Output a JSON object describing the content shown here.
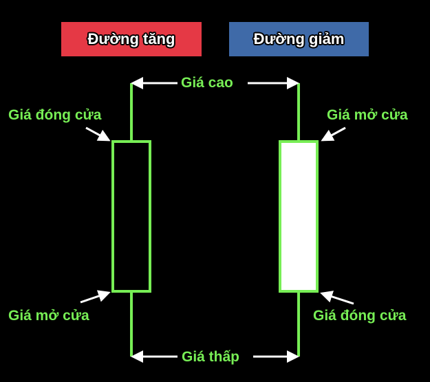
{
  "colors": {
    "background": "#000000",
    "accent_green": "#77ee55",
    "increase_badge": "#e53945",
    "decrease_badge": "#3f6aa8",
    "bearish_body": "#ffffff"
  },
  "badges": {
    "increase": "Đường tăng",
    "decrease": "Đường giảm"
  },
  "labels": {
    "high": "Giá cao",
    "low": "Giá thấp",
    "bull_close": "Giá đóng cửa",
    "bull_open": "Giá mở cửa",
    "bear_open": "Giá mở cửa",
    "bear_close": "Giá đóng cửa"
  }
}
